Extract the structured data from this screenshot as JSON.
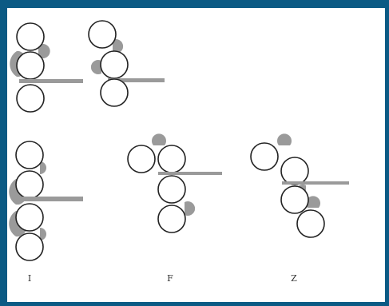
{
  "colors": {
    "outer_background": "#0b5a84",
    "panel_background": "#ffffff",
    "circle_stroke": "#222222",
    "rod_and_shading": "#9a9a9a"
  },
  "labels": {
    "i": "I",
    "f": "F",
    "z": "Z"
  }
}
